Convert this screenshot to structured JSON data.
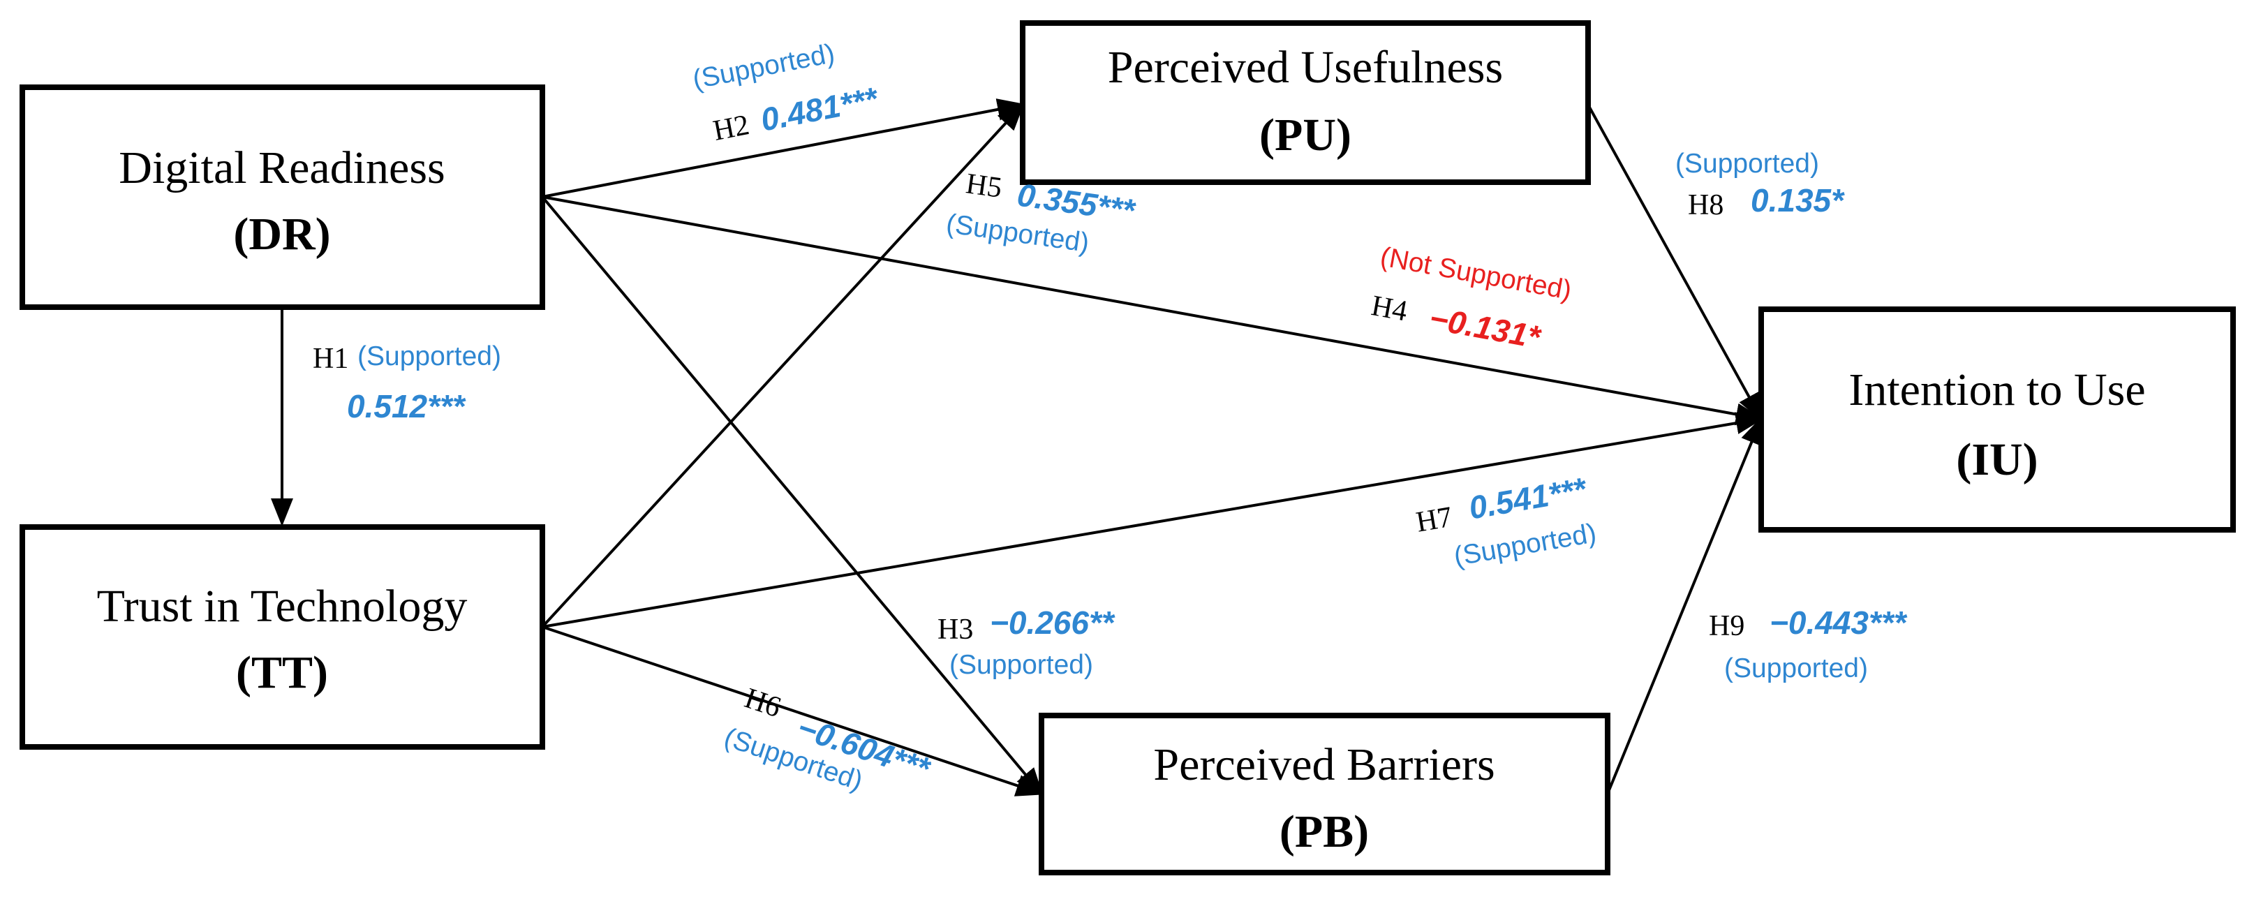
{
  "colors": {
    "supported": "#2E86D1",
    "not_supported": "#E8201F",
    "line": "#000000"
  },
  "nodes": {
    "dr": {
      "title": "Digital Readiness",
      "abbr": "(DR)"
    },
    "tt": {
      "title": "Trust in Technology",
      "abbr": "(TT)"
    },
    "pu": {
      "title": "Perceived Usefulness",
      "abbr": "(PU)"
    },
    "pb": {
      "title": "Perceived Barriers",
      "abbr": "(PB)"
    },
    "iu": {
      "title": "Intention to Use",
      "abbr": "(IU)"
    }
  },
  "hypotheses": {
    "h1": {
      "label": "H1",
      "from": "DR",
      "to": "TT",
      "coef": "0.512***",
      "status": "(Supported)",
      "supported": true
    },
    "h2": {
      "label": "H2",
      "from": "DR",
      "to": "PU",
      "coef": "0.481***",
      "status": "(Supported)",
      "supported": true
    },
    "h3": {
      "label": "H3",
      "from": "DR",
      "to": "PB",
      "coef": "−0.266**",
      "status": "(Supported)",
      "supported": true
    },
    "h4": {
      "label": "H4",
      "from": "DR",
      "to": "IU",
      "coef": "−0.131*",
      "status": "(Not Supported)",
      "supported": false
    },
    "h5": {
      "label": "H5",
      "from": "TT",
      "to": "PU",
      "coef": "0.355***",
      "status": "(Supported)",
      "supported": true
    },
    "h6": {
      "label": "H6",
      "from": "TT",
      "to": "PB",
      "coef": "−0.604***",
      "status": "(Supported)",
      "supported": true
    },
    "h7": {
      "label": "H7",
      "from": "TT",
      "to": "IU",
      "coef": "0.541***",
      "status": "(Supported)",
      "supported": true
    },
    "h8": {
      "label": "H8",
      "from": "PU",
      "to": "IU",
      "coef": "0.135*",
      "status": "(Supported)",
      "supported": true
    },
    "h9": {
      "label": "H9",
      "from": "PB",
      "to": "IU",
      "coef": "−0.443***",
      "status": "(Supported)",
      "supported": true
    }
  }
}
